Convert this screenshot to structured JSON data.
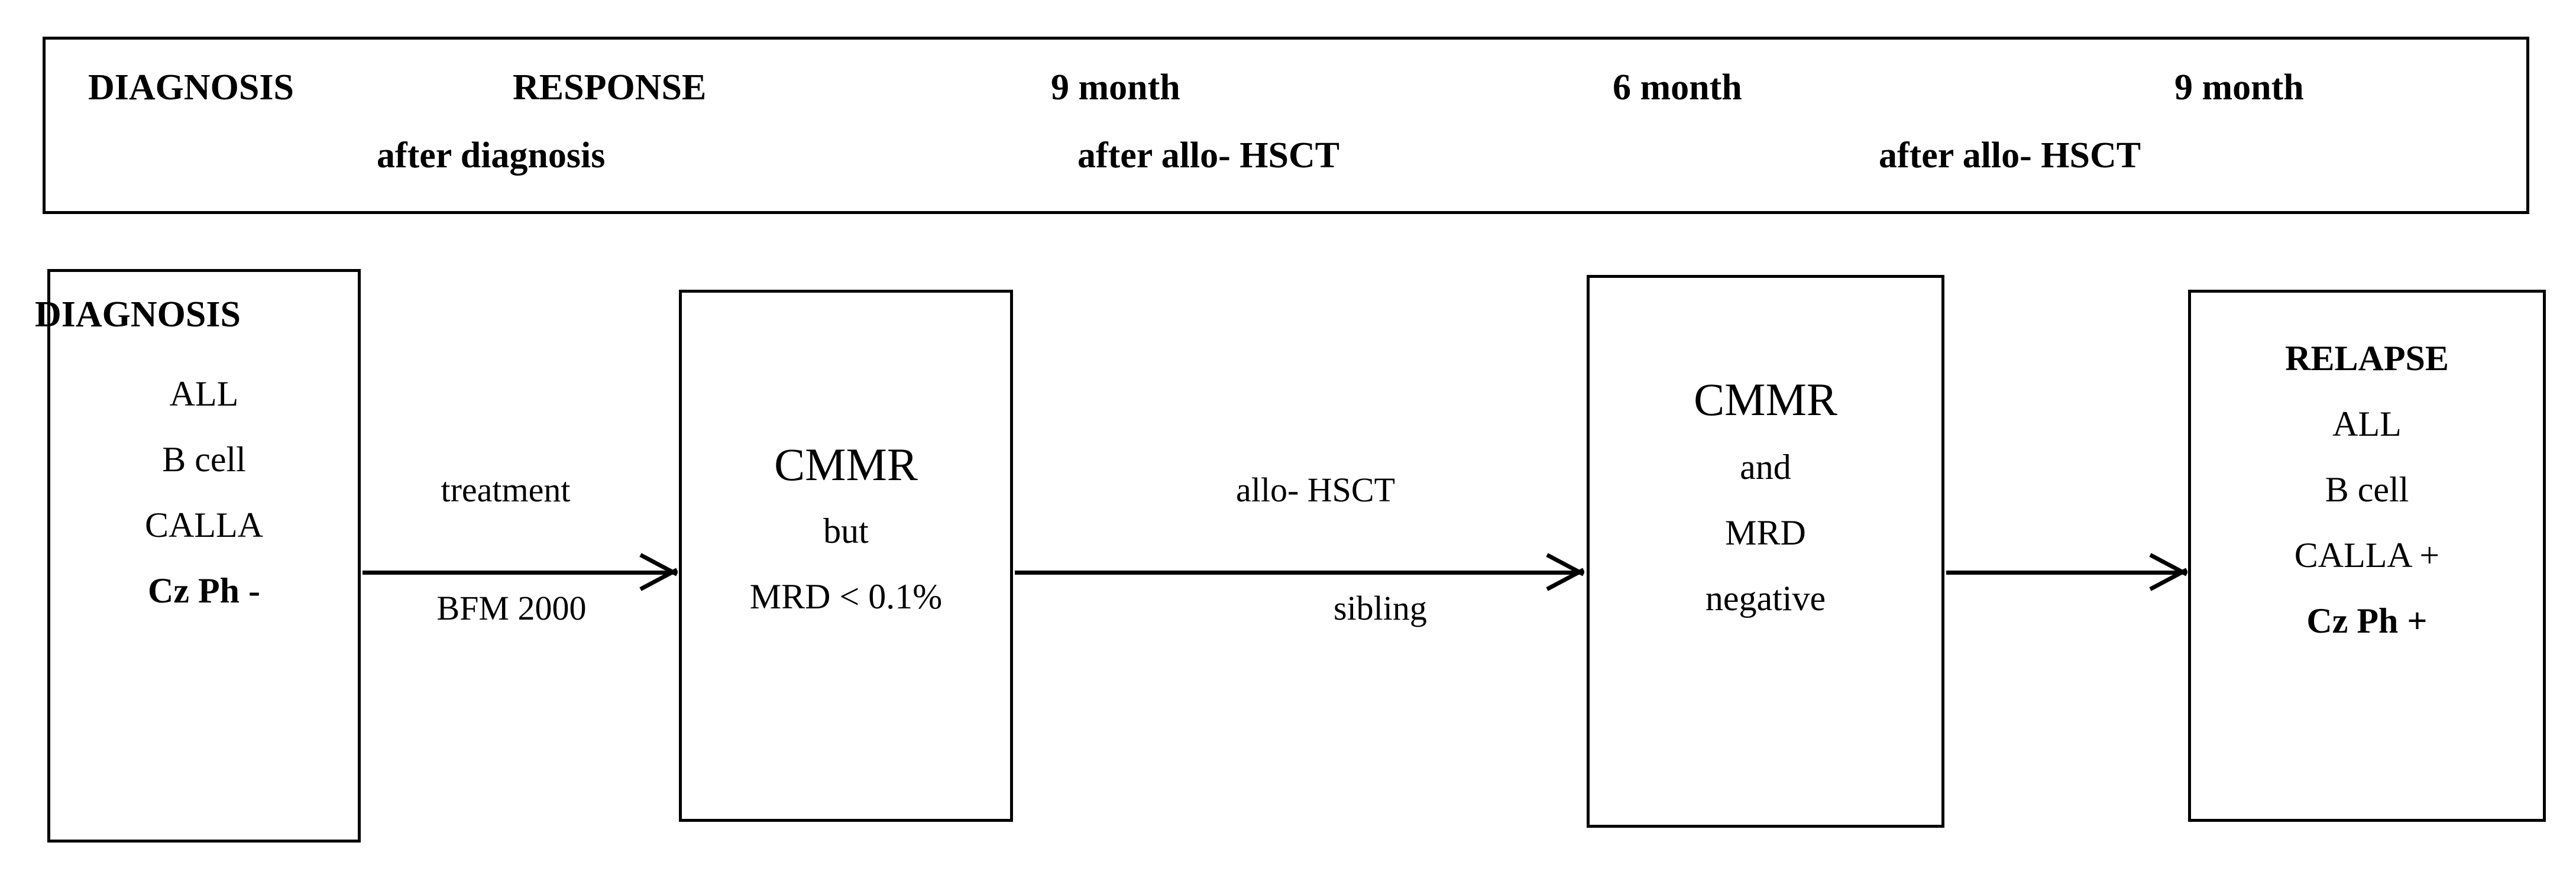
{
  "header": {
    "columns": [
      {
        "line1": "DIAGNOSIS",
        "line2": ""
      },
      {
        "line1": "RESPONSE",
        "line2": "after diagnosis"
      },
      {
        "line1": "9 month",
        "line2": ""
      },
      {
        "line1": "",
        "line2": "after allo- HSCT"
      },
      {
        "line1": "6 month",
        "line2": ""
      },
      {
        "line1": "",
        "line2": "after allo- HSCT"
      },
      {
        "line1": "9 month",
        "line2": ""
      }
    ]
  },
  "boxes": [
    {
      "id": "diagnosis-box",
      "title": "DIAGNOSIS",
      "lines": [
        "ALL",
        "B cell",
        "CALLA",
        "Cz Ph -"
      ],
      "bold_lines": [
        "Cz Ph -"
      ]
    },
    {
      "id": "response-box",
      "title": "CMMR",
      "lines": [
        "but",
        "MRD < 0.1%"
      ],
      "bold_lines": []
    },
    {
      "id": "post-hsct-6month-box",
      "title": "CMMR",
      "lines": [
        "and",
        "MRD",
        "negative"
      ],
      "bold_lines": []
    },
    {
      "id": "relapse-box",
      "title": "RELAPSE",
      "lines": [
        "ALL",
        "B cell",
        "CALLA +",
        "Cz Ph +"
      ],
      "bold_lines": [
        "Cz Ph +"
      ]
    }
  ],
  "arrows": [
    {
      "id": "arrow-treatment",
      "label_above": "treatment",
      "label_below": "BFM 2000"
    },
    {
      "id": "arrow-allo-hsct",
      "label_above": "allo- HSCT",
      "label_below": "sibling"
    },
    {
      "id": "arrow-to-relapse",
      "label_above": "",
      "label_below": ""
    }
  ],
  "colors": {
    "stroke": "#000000",
    "background": "#ffffff"
  }
}
